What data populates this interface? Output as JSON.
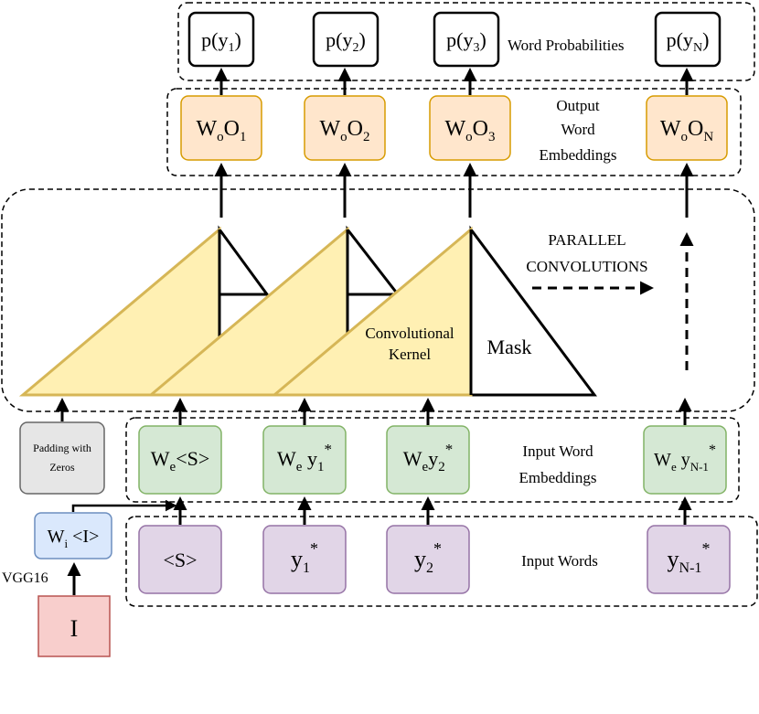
{
  "colors": {
    "orange_fill": "#FFE6CC",
    "orange_stroke": "#D79B00",
    "green_fill": "#D5E8D4",
    "green_stroke": "#82B366",
    "purple_fill": "#E1D5E7",
    "purple_stroke": "#9673A6",
    "blue_fill": "#DAE8FC",
    "blue_stroke": "#6C8EBF",
    "gray_fill": "#E6E6E6",
    "gray_stroke": "#666666",
    "red_fill": "#F8CECC",
    "red_stroke": "#B85450",
    "kernel_fill": "#FFF0B3",
    "kernel_stroke": "#D6B656"
  },
  "labels": {
    "word_probabilities": "Word Probabilities",
    "output_embeddings": [
      "Output",
      "Word",
      "Embeddings"
    ],
    "parallel_convolutions": [
      "PARALLEL",
      "CONVOLUTIONS"
    ],
    "convolutional_kernel": [
      "Convolutional",
      "Kernel"
    ],
    "mask": "Mask",
    "input_word_embeddings": [
      "Input Word",
      "Embeddings"
    ],
    "input_words": "Input Words",
    "vgg16": "VGG16",
    "padding": [
      "Padding with",
      "Zeros"
    ],
    "image": "I"
  },
  "probabilities": [
    {
      "base": "p(y",
      "sub": "1",
      "end": ")"
    },
    {
      "base": "p(y",
      "sub": "2",
      "end": ")"
    },
    {
      "base": "p(y",
      "sub": "3",
      "end": ")"
    },
    {
      "base": "p(y",
      "sub": "N",
      "end": ")"
    }
  ],
  "output_embeddings": [
    {
      "a": "W",
      "asub": "o",
      "b": "O",
      "bsub": "1"
    },
    {
      "a": "W",
      "asub": "o",
      "b": "O",
      "bsub": "2"
    },
    {
      "a": "W",
      "asub": "o",
      "b": "O",
      "bsub": "3"
    },
    {
      "a": "W",
      "asub": "o",
      "b": "O",
      "bsub": "N"
    }
  ],
  "input_embeddings": [
    {
      "a": "W",
      "asub": "e",
      "b": "<S>",
      "bsub": "",
      "sup": ""
    },
    {
      "a": "W",
      "asub": "e",
      "b": " y",
      "bsub": "1",
      "sup": "*"
    },
    {
      "a": "W",
      "asub": "e",
      "b": "y",
      "bsub": "2",
      "sup": "*"
    },
    {
      "a": "W",
      "asub": "e",
      "b": " y",
      "bsub": "N-1",
      "sup": "*"
    }
  ],
  "input_words": [
    {
      "b": "<S>",
      "bsub": "",
      "sup": ""
    },
    {
      "b": "y",
      "bsub": "1",
      "sup": "*"
    },
    {
      "b": "y",
      "bsub": "2",
      "sup": "*"
    },
    {
      "b": "y",
      "bsub": "N-1",
      "sup": "*"
    }
  ],
  "image_embedding": {
    "a": "W",
    "asub": "i",
    "b": " <I>"
  }
}
